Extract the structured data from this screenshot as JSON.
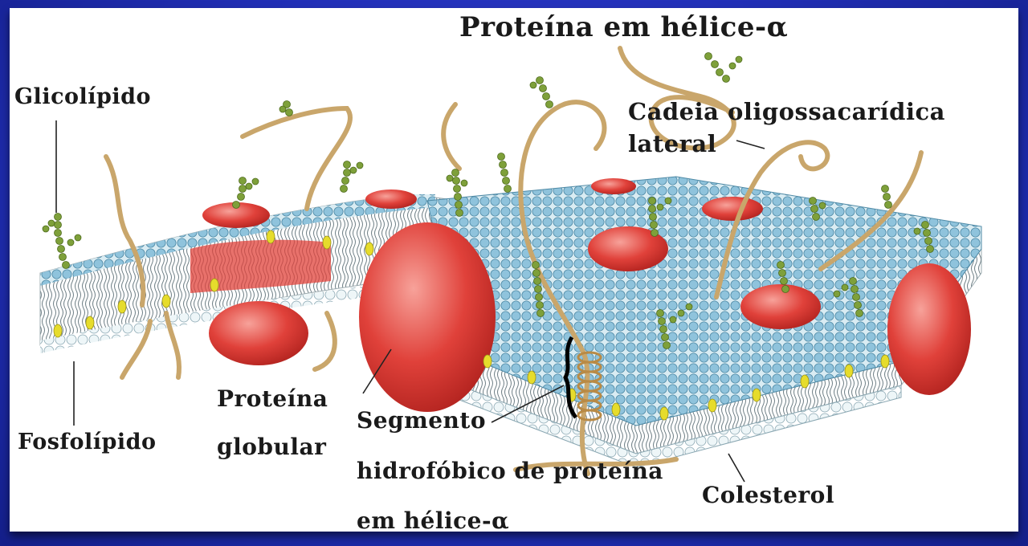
{
  "labels": {
    "helix_protein": "Proteína em hélice-α",
    "glycolipid": "Glicolípido",
    "oligosaccharide_line1": "Cadeia oligossacarídica",
    "oligosaccharide_line2": "lateral",
    "phospholipid": "Fosfolípido",
    "globular_line1": "Proteína",
    "globular_line2": "globular",
    "hydrophobic_line1": "Segmento",
    "hydrophobic_line2": "hidrofóbico de proteína",
    "hydrophobic_line3": "em hélice-α",
    "cholesterol": "Colesterol"
  },
  "colors": {
    "background": "#2230b8",
    "panel": "#ffffff",
    "phospholipid_head": "#8fc3dc",
    "lipid_tail": "#6f7f86",
    "cholesterol": "#e6dc2c",
    "protein": "#e0413a",
    "sugar_chain": "#7ea03a",
    "helix_strand": "#c9a66b"
  }
}
